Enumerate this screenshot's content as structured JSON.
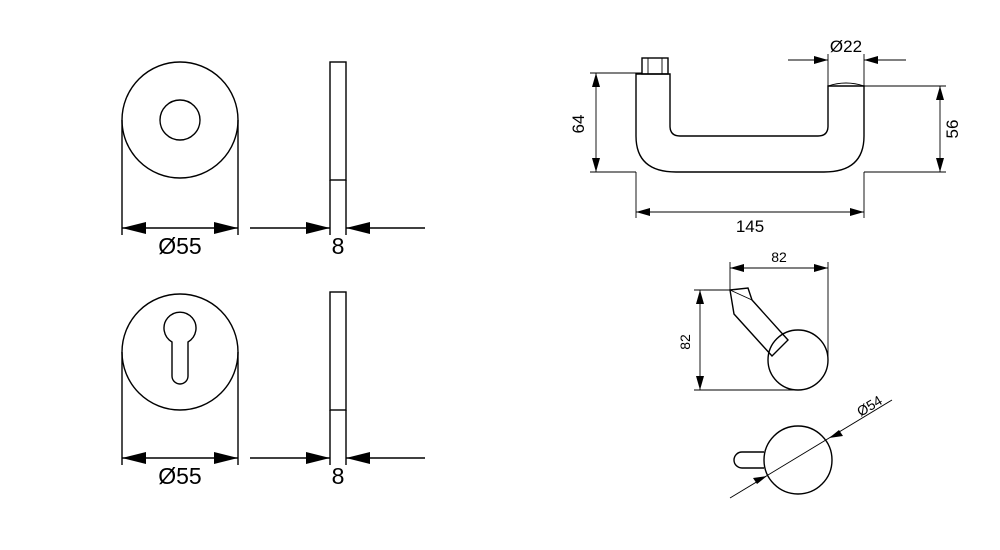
{
  "rosette_round": {
    "diameter_label": "Ø55",
    "thickness_label": "8"
  },
  "rosette_profile_cylinder": {
    "diameter_label": "Ø55",
    "thickness_label": "8"
  },
  "handle_front": {
    "bar_diameter_label": "Ø22",
    "height_left_label": "64",
    "height_right_label": "56",
    "length_label": "145"
  },
  "handle_side": {
    "width_label": "82",
    "height_label": "82"
  },
  "handle_top": {
    "diameter_label": "Ø54"
  }
}
